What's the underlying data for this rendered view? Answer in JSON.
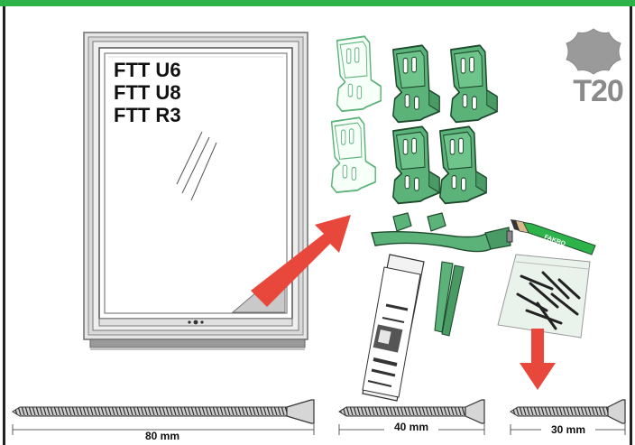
{
  "models": [
    "FTT U6",
    "FTT U8",
    "FTT R3"
  ],
  "tool": {
    "label": "T20",
    "icon": "torx-bit-icon"
  },
  "pencil_brand": "FAKRO",
  "screws": [
    {
      "length": "80 mm"
    },
    {
      "length": "40 mm"
    },
    {
      "length": "30 mm"
    }
  ],
  "colors": {
    "header": "#2db34a",
    "bracket_green": "#5cb37a",
    "arrow_red": "#e8473c",
    "torx_gray": "#9a9a9a"
  }
}
